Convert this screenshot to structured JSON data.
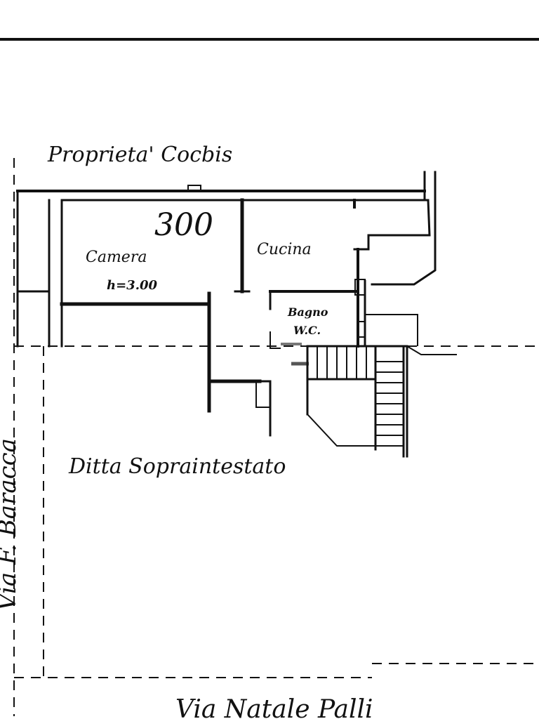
{
  "plan": {
    "owner_north": "Proprieta' Cocbis",
    "owner_south": "Ditta Sopraintestato",
    "street_west": "Via F. Baracca",
    "street_south": "Via Natale Palli",
    "dimension": "300",
    "rooms": {
      "camera": "Camera",
      "camera_height": "h=3.00",
      "cucina": "Cucina",
      "bagno": "Bagno",
      "wc": "W.C."
    }
  }
}
